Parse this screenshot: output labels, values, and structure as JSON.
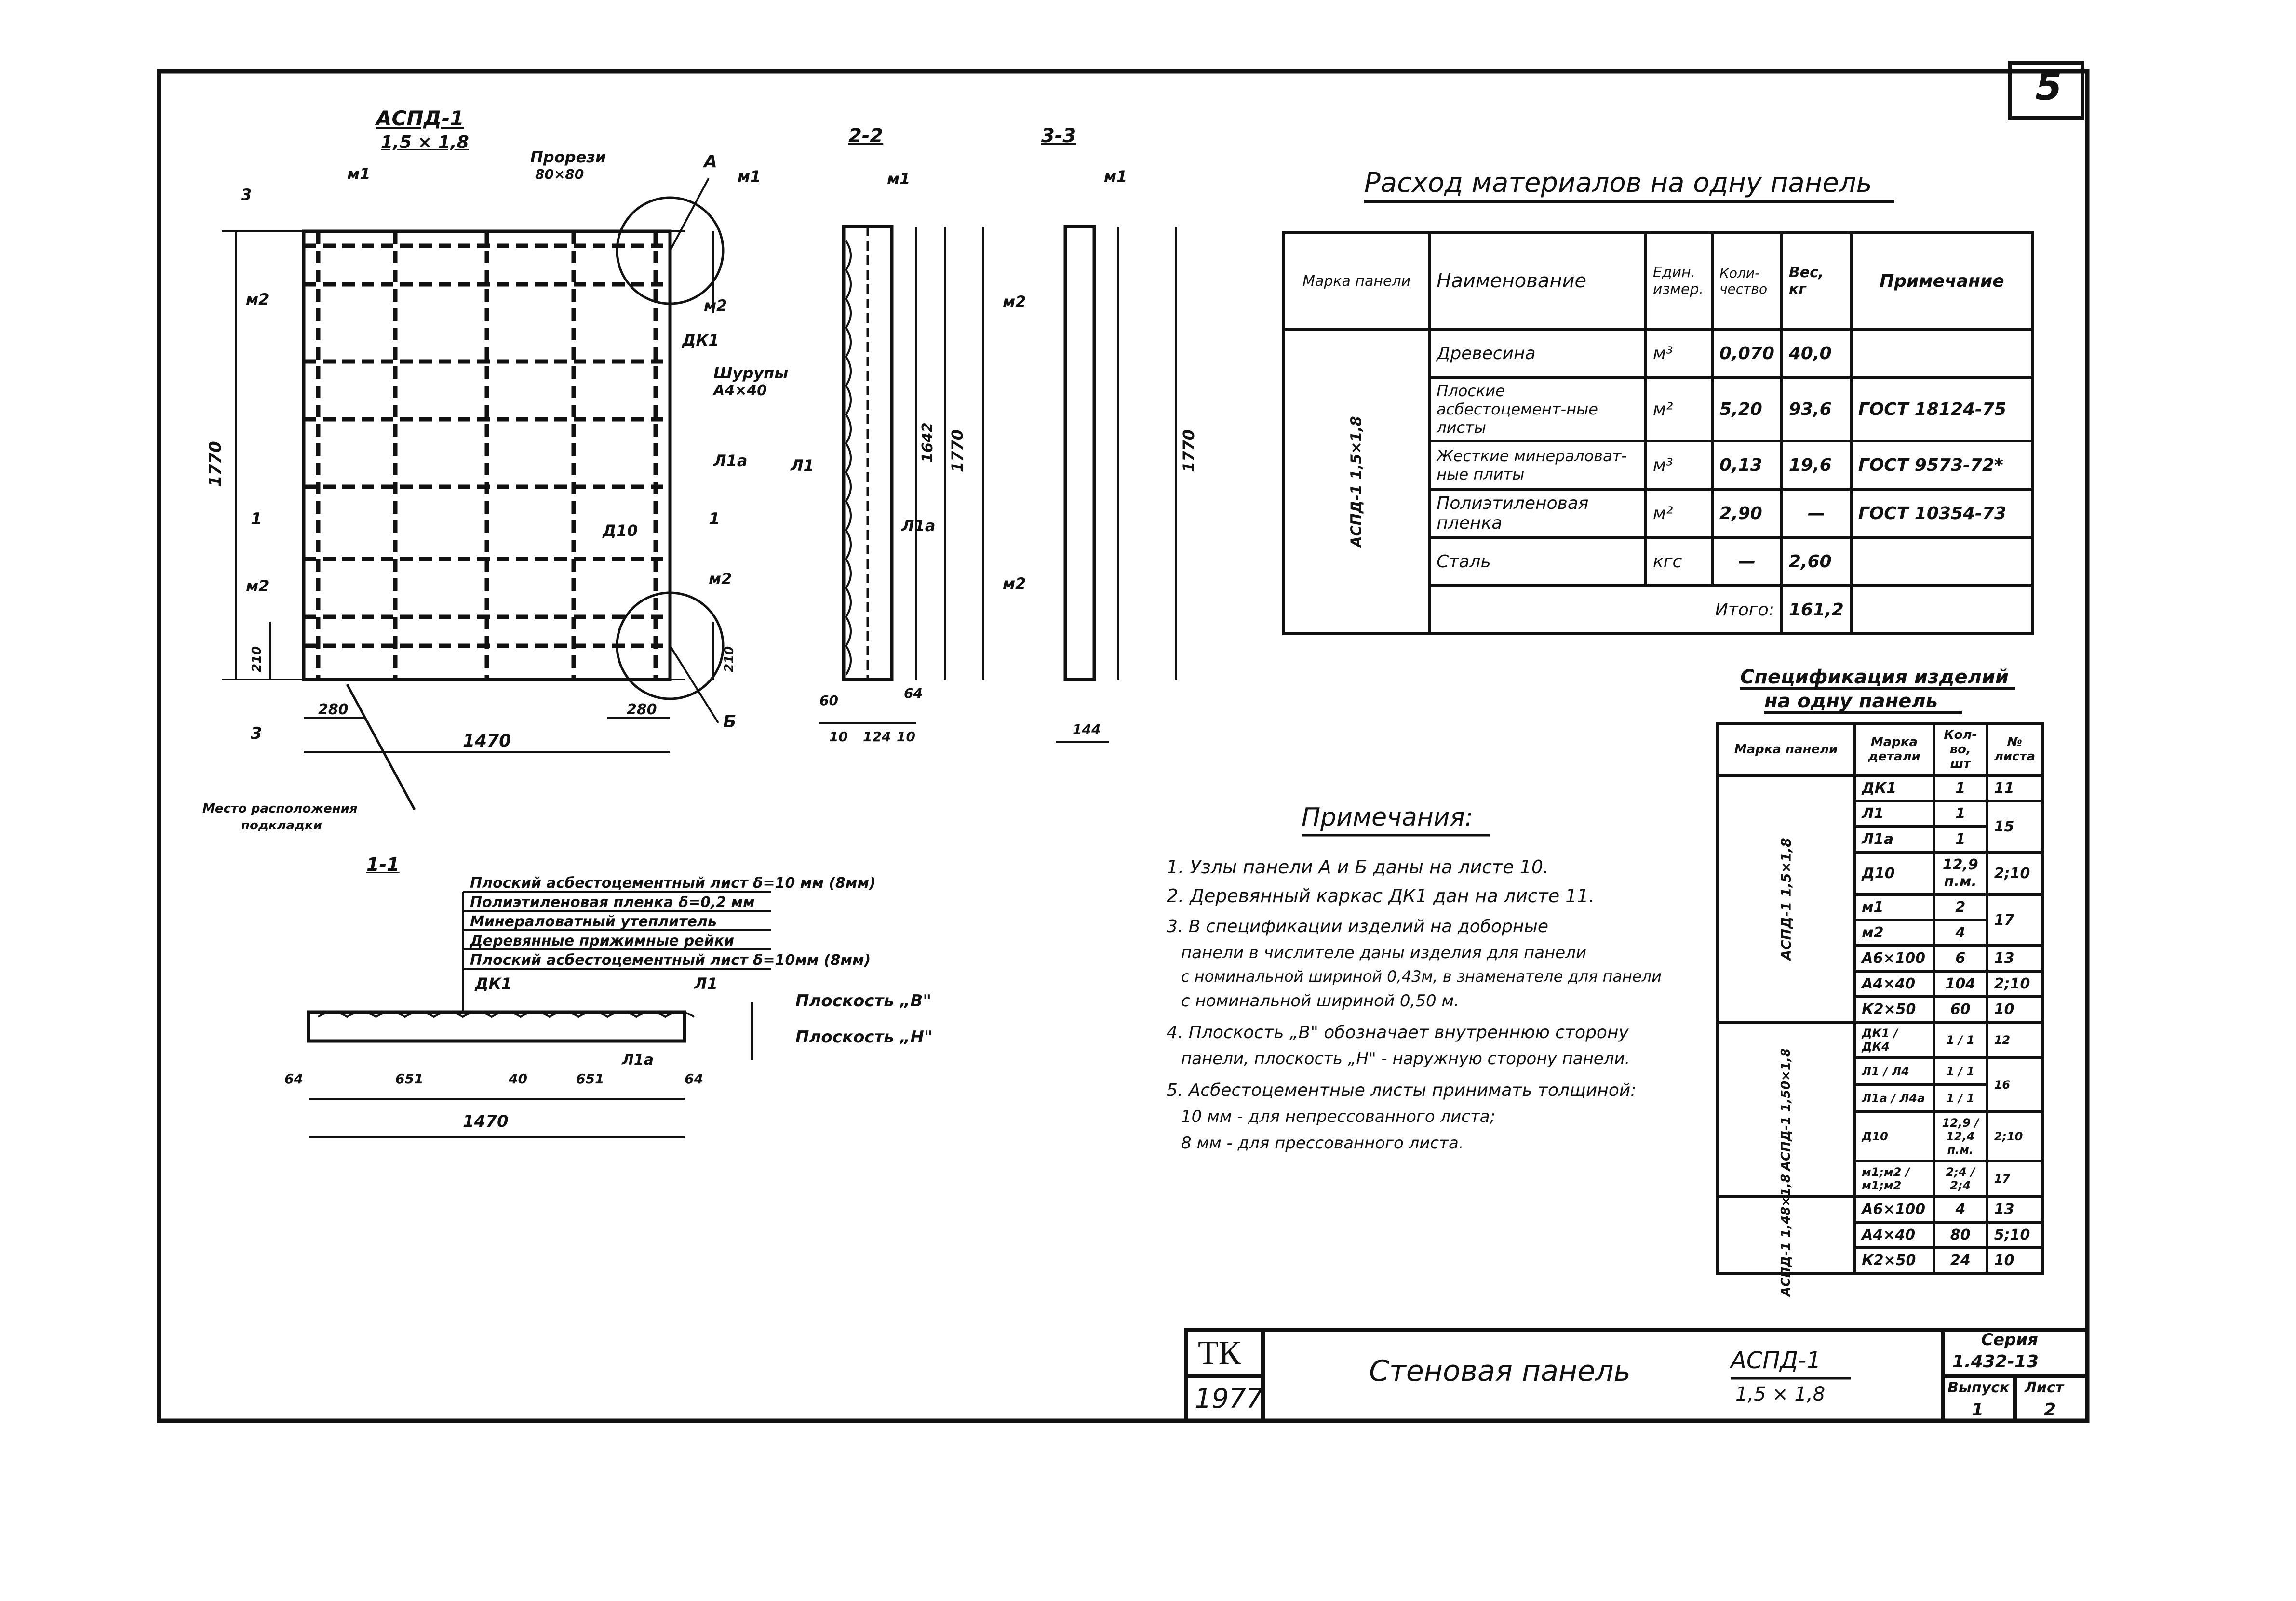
{
  "sheet": {
    "sheet_corner": "5",
    "title_block": {
      "org": "ТК",
      "year": "1977",
      "name": "Стеновая панель",
      "mark": "АСПД-1",
      "size": "1,5 × 1,8",
      "series_label": "Серия",
      "series": "1.432-13",
      "issue_label": "Выпуск",
      "sheet_label": "Лист",
      "issue": "1",
      "sheet": "2"
    }
  },
  "views": {
    "front_title": "АСПД-1",
    "front_subtitle": "1,5 × 1,8",
    "section_22": "2-2",
    "section_33": "3-3",
    "section_11": "1-1",
    "labels": {
      "m1": "м1",
      "m2": "м2",
      "cuts": "Прорези",
      "cuts_size": "80×80",
      "A": "А",
      "B": "Б",
      "DK1": "ДК1",
      "screws": "Шурупы",
      "screws_size": "А4×40",
      "l1a": "Л1а",
      "d10": "Д10",
      "l1": "Л1",
      "a1": "1",
      "a3": "3",
      "dim_1470": "1470",
      "dim_280": "280",
      "dim_1770": "1770",
      "dim_210": "210",
      "dim_60": "60",
      "dim_10": "10",
      "dim_124": "124",
      "dim_64": "64",
      "dim_144": "144",
      "dim_1642": "1642",
      "pad_note_1": "Место расположения",
      "pad_note_2": "подкладки"
    },
    "section_layers": [
      "Плоский асбестоцементный лист δ=10 мм (8мм)",
      "Полиэтиленовая пленка δ=0,2 мм",
      "Минераловатный утеплитель",
      "Деревянные прижимные рейки",
      "Плоский асбестоцементный лист δ=10мм (8мм)"
    ],
    "plane_b": "Плоскость „В\"",
    "plane_h": "Плоскость „Н\"",
    "section_dims": [
      "64",
      "651",
      "40",
      "651",
      "64"
    ],
    "section_total": "1470"
  },
  "materials": {
    "title": "Расход материалов на одну панель",
    "headers": [
      "Марка панели",
      "Наименование",
      "Един. измер.",
      "Коли-чество",
      "Вес, кг",
      "Примечание"
    ],
    "panel_mark": "АСПД-1 1,5×1,8",
    "rows": [
      {
        "name": "Древесина",
        "unit": "м³",
        "qty": "0,070",
        "weight": "40,0",
        "note": ""
      },
      {
        "name": "Плоские асбестоцемент-ные листы",
        "unit": "м²",
        "qty": "5,20",
        "weight": "93,6",
        "note": "ГОСТ 18124-75"
      },
      {
        "name": "Жесткие минераловат-ные плиты",
        "unit": "м³",
        "qty": "0,13",
        "weight": "19,6",
        "note": "ГОСТ 9573-72*"
      },
      {
        "name": "Полиэтиленовая пленка",
        "unit": "м²",
        "qty": "2,90",
        "weight": "—",
        "note": "ГОСТ 10354-73"
      },
      {
        "name": "Сталь",
        "unit": "кгс",
        "qty": "—",
        "weight": "2,60",
        "note": ""
      }
    ],
    "total_label": "Итого:",
    "total": "161,2"
  },
  "spec": {
    "title_1": "Спецификация изделий",
    "title_2": "на одну панель",
    "headers": [
      "Марка панели",
      "Марка детали",
      "Кол-во, шт",
      "№ листа"
    ],
    "group1": "АСПД-1 1,5×1,8",
    "group2": "АСПД-1 1,50×1,8",
    "group3": "АСПД-1 1,48×1,8",
    "rows": [
      {
        "part": "ДК1",
        "qty": "1",
        "sheet": "11"
      },
      {
        "part": "Л1",
        "qty": "1",
        "sheet": "15"
      },
      {
        "part": "Л1а",
        "qty": "1",
        "sheet": ""
      },
      {
        "part": "Д10",
        "qty": "12,9 п.м.",
        "sheet": "2;10"
      },
      {
        "part": "м1",
        "qty": "2",
        "sheet": "17"
      },
      {
        "part": "м2",
        "qty": "4",
        "sheet": ""
      },
      {
        "part": "А6×100",
        "qty": "6",
        "sheet": "13"
      },
      {
        "part": "А4×40",
        "qty": "104",
        "sheet": "2;10"
      },
      {
        "part": "К2×50",
        "qty": "60",
        "sheet": "10"
      },
      {
        "part": "ДК1 / ДК4",
        "qty": "1 / 1",
        "sheet": "12"
      },
      {
        "part": "Л1 / Л4",
        "qty": "1 / 1",
        "sheet": "16"
      },
      {
        "part": "Л1а / Л4а",
        "qty": "1 / 1",
        "sheet": ""
      },
      {
        "part": "Д10",
        "qty": "12,9 / 12,4 п.м.",
        "sheet": "2;10"
      },
      {
        "part": "м1;м2 / м1;м2",
        "qty": "2;4 / 2;4",
        "sheet": "17"
      },
      {
        "part": "А6×100",
        "qty": "4",
        "sheet": "13"
      },
      {
        "part": "А4×40",
        "qty": "80",
        "sheet": "5;10"
      },
      {
        "part": "К2×50",
        "qty": "24",
        "sheet": "10"
      }
    ]
  },
  "notes": {
    "title": "Примечания:",
    "items": [
      "1. Узлы панели А и Б даны на листе 10.",
      "2. Деревянный каркас ДК1 дан на листе 11.",
      "3. В спецификации изделий на доборные",
      "панели в числителе даны изделия для панели",
      "с номинальной шириной 0,43м, в знаменателе для панели",
      "с номинальной шириной 0,50 м.",
      "4. Плоскость „В\" обозначает внутреннюю сторону",
      "панели, плоскость „Н\" - наружную сторону панели.",
      "5. Асбестоцементные листы принимать толщиной:",
      "10 мм - для непрессованного листа;",
      "8 мм - для прессованного листа."
    ]
  }
}
